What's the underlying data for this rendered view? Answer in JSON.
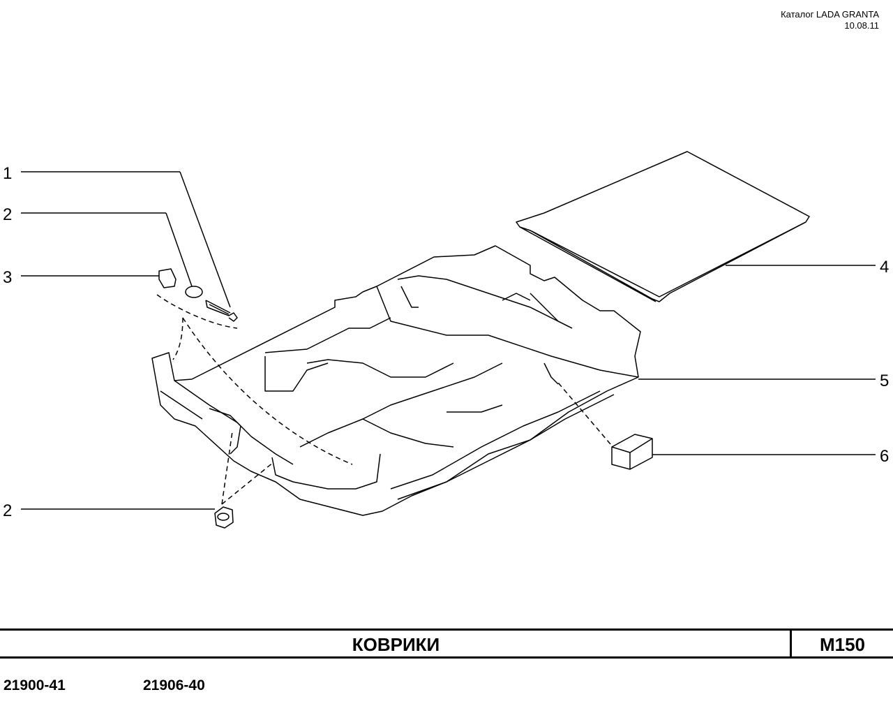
{
  "header": {
    "catalog": "Каталог LADA  GRANTA",
    "date": "10.08.11"
  },
  "callouts": [
    {
      "id": "c1",
      "label": "1"
    },
    {
      "id": "c2a",
      "label": "2"
    },
    {
      "id": "c3",
      "label": "3"
    },
    {
      "id": "c2b",
      "label": "2"
    },
    {
      "id": "c4",
      "label": "4"
    },
    {
      "id": "c5",
      "label": "5"
    },
    {
      "id": "c6",
      "label": "6"
    }
  ],
  "footer": {
    "title": "КОВРИКИ",
    "code": "M150",
    "models": [
      "21900-41",
      "21906-40"
    ]
  }
}
